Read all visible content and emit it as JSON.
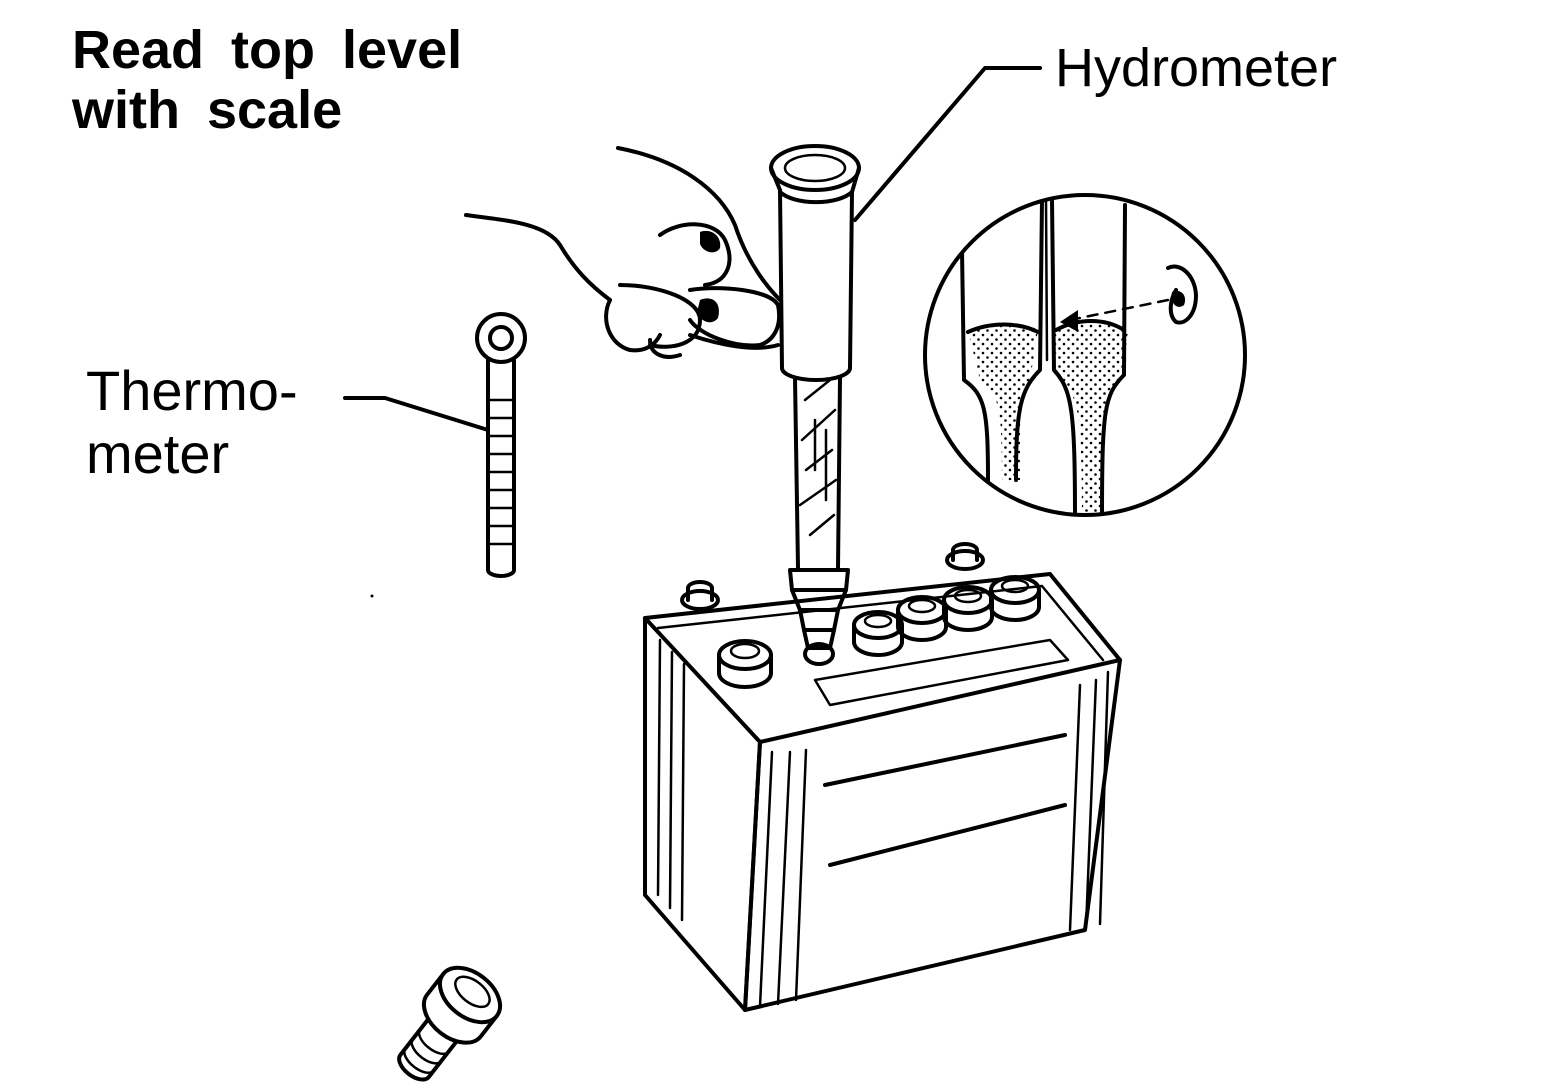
{
  "labels": {
    "title_line1": "Read top level",
    "title_line2": "with scale",
    "thermometer_line1": "Thermo-",
    "thermometer_line2": "meter",
    "hydrometer": "Hydrometer"
  },
  "colors": {
    "ink": "#000000",
    "background": "#ffffff"
  }
}
